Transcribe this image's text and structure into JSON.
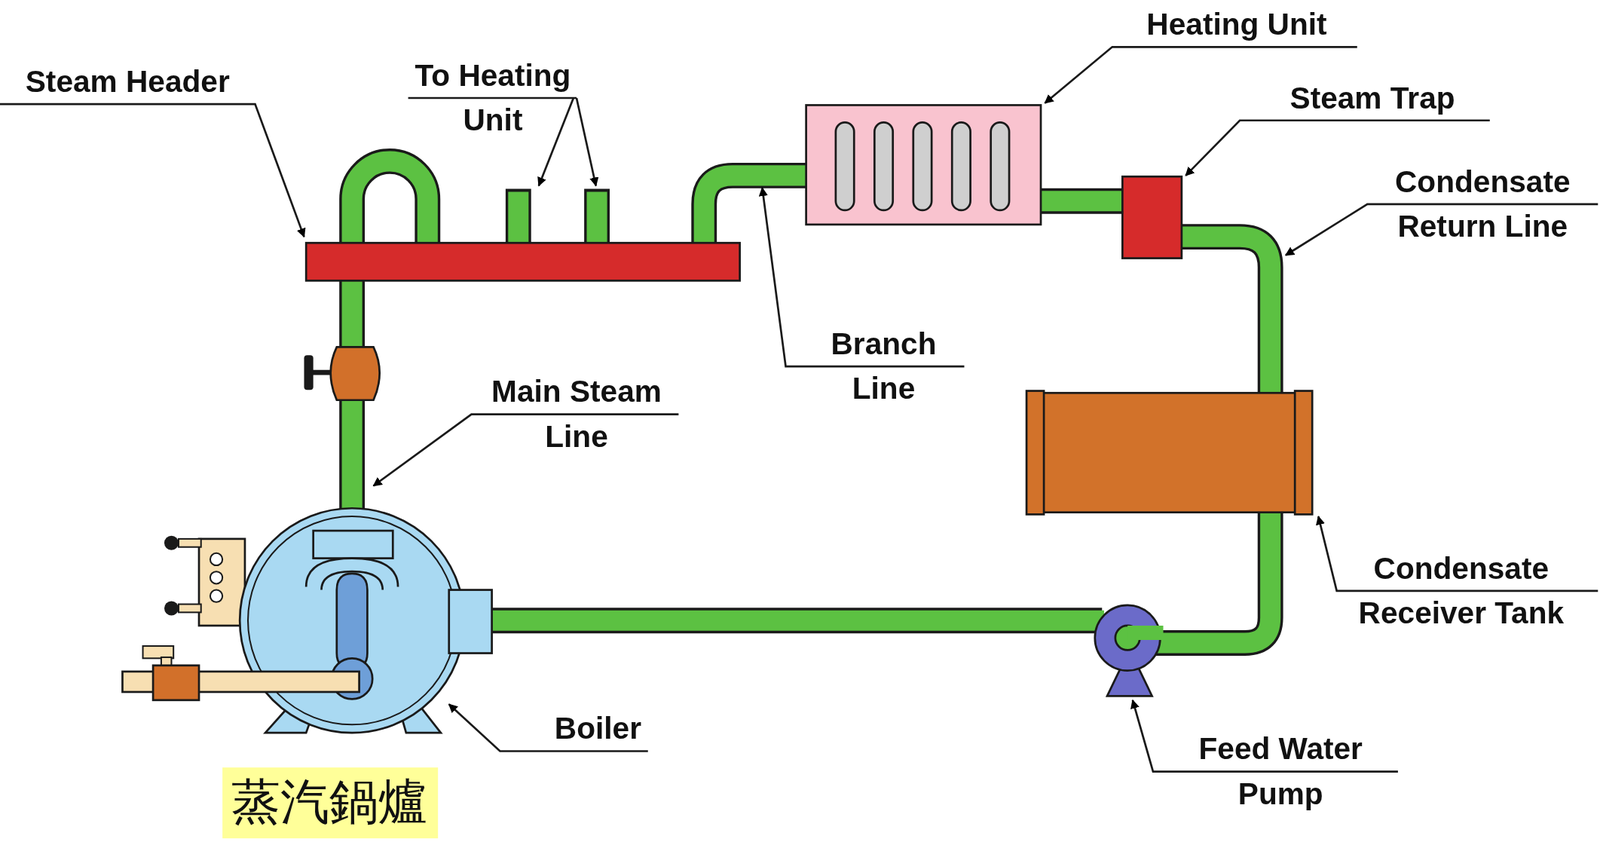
{
  "diagram": {
    "nodes": [
      {
        "text": [
          "蒸汽鍋爐"
        ]
      }
    ],
    "labels": [
      "Steam Header",
      "To Heating Unit",
      "Heating Unit",
      "Steam Trap",
      "Condensate Return Line",
      "Branch Line",
      "Main Steam Line",
      "Boiler",
      "Condensate Receiver Tank",
      "Feed Water Pump"
    ]
  }
}
